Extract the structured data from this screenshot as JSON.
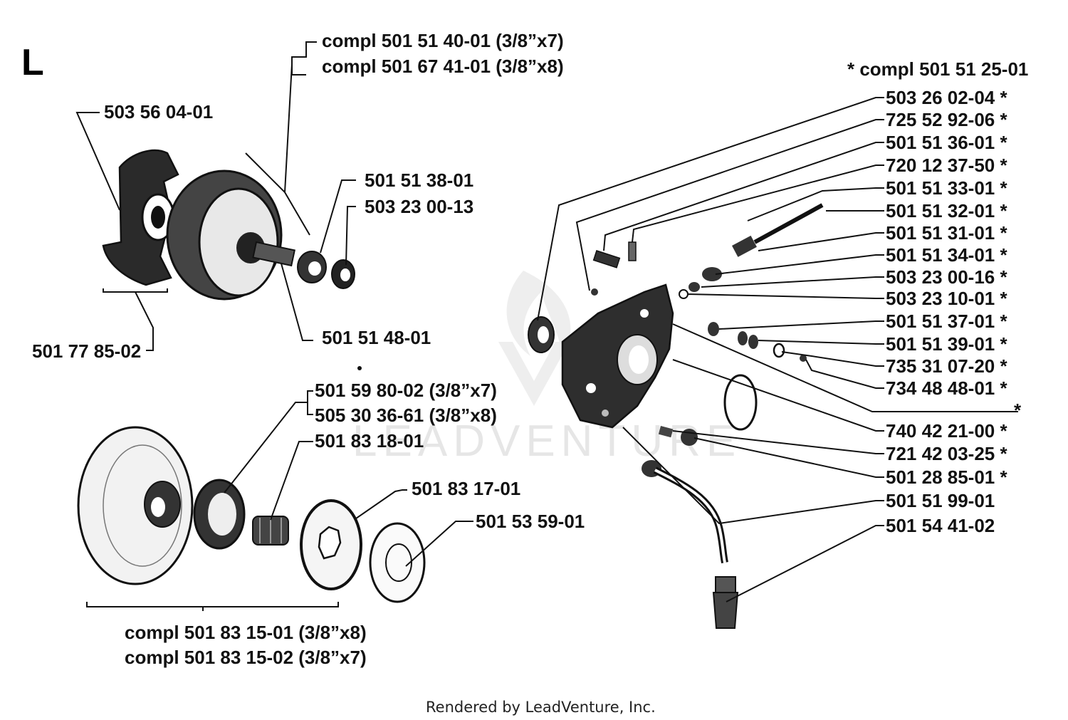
{
  "section_letter": "L",
  "watermark": "LEADVENTURE",
  "footer": "Rendered by LeadVenture, Inc.",
  "labels": {
    "clutch_compl_a": "compl 501 51 40-01 (3/8”x7)",
    "clutch_compl_b": "compl 501 67 41-01 (3/8”x8)",
    "p_503560401": "503 56 04-01",
    "p_501513801": "501 51 38-01",
    "p_503230013": "503 23 00-13",
    "p_501778502": "501 77 85-02",
    "p_501514801": "501 51 48-01",
    "p_501598002": "501 59 80-02 (3/8”x7)",
    "p_505303661": "505 30 36-61 (3/8”x8)",
    "p_501831801": "501 83 18-01",
    "p_501831701": "501 83 17-01",
    "p_501535901": "501 53 59-01",
    "drum_compl_a": "compl 501 83 15-01 (3/8”x8)",
    "drum_compl_b": "compl 501 83 15-02 (3/8”x7)",
    "pump_compl": "*  compl 501 51 25-01",
    "p_503260204": "503 26 02-04  *",
    "p_725529206": "725 52 92-06  *",
    "p_501513601": "501 51 36-01  *",
    "p_720123750": "720 12 37-50  *",
    "p_501513301": "501 51 33-01  *",
    "p_501513201": "501 51 32-01  *",
    "p_501513101": "501 51 31-01  *",
    "p_501513401": "501 51 34-01  *",
    "p_503230016": "503 23 00-16  *",
    "p_503231001": "503 23 10-01  *",
    "p_501513701": "501 51 37-01  *",
    "p_501513901": "501 51 39-01  *",
    "p_735310720": "735 31 07-20  *",
    "p_734484801": "734 48 48-01  *",
    "star_only": "*",
    "p_740422100": "740 42 21-00  *",
    "p_721420325": "721 42 03-25  *",
    "p_501288501": "501 28 85-01  *",
    "p_501519901": "501 51 99-01",
    "p_501544102": "501 54 41-02"
  }
}
